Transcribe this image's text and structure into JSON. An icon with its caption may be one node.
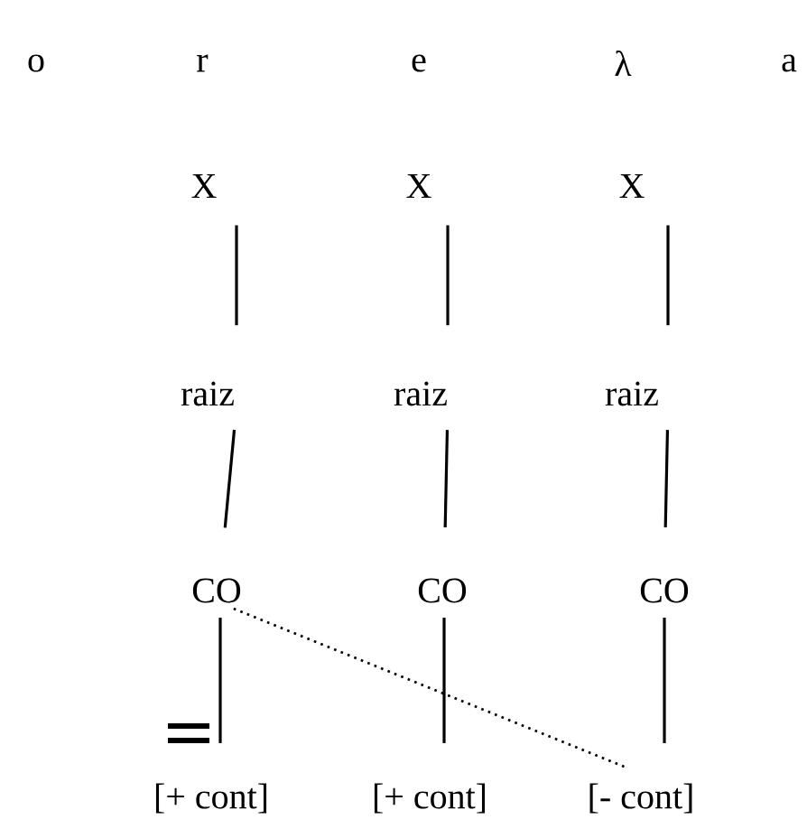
{
  "diagram": {
    "nodes": [
      {
        "text": [
          "X"
        ]
      },
      {
        "text": [
          "X"
        ]
      },
      {
        "text": [
          "X"
        ]
      },
      {
        "text": [
          "raiz"
        ]
      },
      {
        "text": [
          "raiz"
        ]
      },
      {
        "text": [
          "raiz"
        ]
      },
      {
        "text": [
          "CO"
        ]
      },
      {
        "text": [
          "CO"
        ]
      },
      {
        "text": [
          "CO"
        ]
      },
      {
        "text": [
          "[+ cont]"
        ]
      },
      {
        "text": [
          "[+ cont]"
        ]
      },
      {
        "text": [
          "[- cont]"
        ]
      }
    ],
    "edges": [
      {
        "from": 0,
        "to": 3,
        "arrow": "none"
      },
      {
        "from": 1,
        "to": 4,
        "arrow": "none"
      },
      {
        "from": 2,
        "to": 5,
        "arrow": "none"
      },
      {
        "from": 3,
        "to": 6,
        "arrow": "none"
      },
      {
        "from": 4,
        "to": 7,
        "arrow": "none"
      },
      {
        "from": 5,
        "to": 8,
        "arrow": "none"
      },
      {
        "from": 6,
        "to": 9,
        "arrow": "none"
      },
      {
        "from": 7,
        "to": 10,
        "arrow": "none"
      },
      {
        "from": 8,
        "to": 11,
        "arrow": "none"
      },
      {
        "from": 6,
        "to": 11,
        "arrow": "none",
        "style": "dashed"
      }
    ],
    "labels": [
      "o",
      "r",
      "e",
      "λ",
      "a"
    ]
  }
}
